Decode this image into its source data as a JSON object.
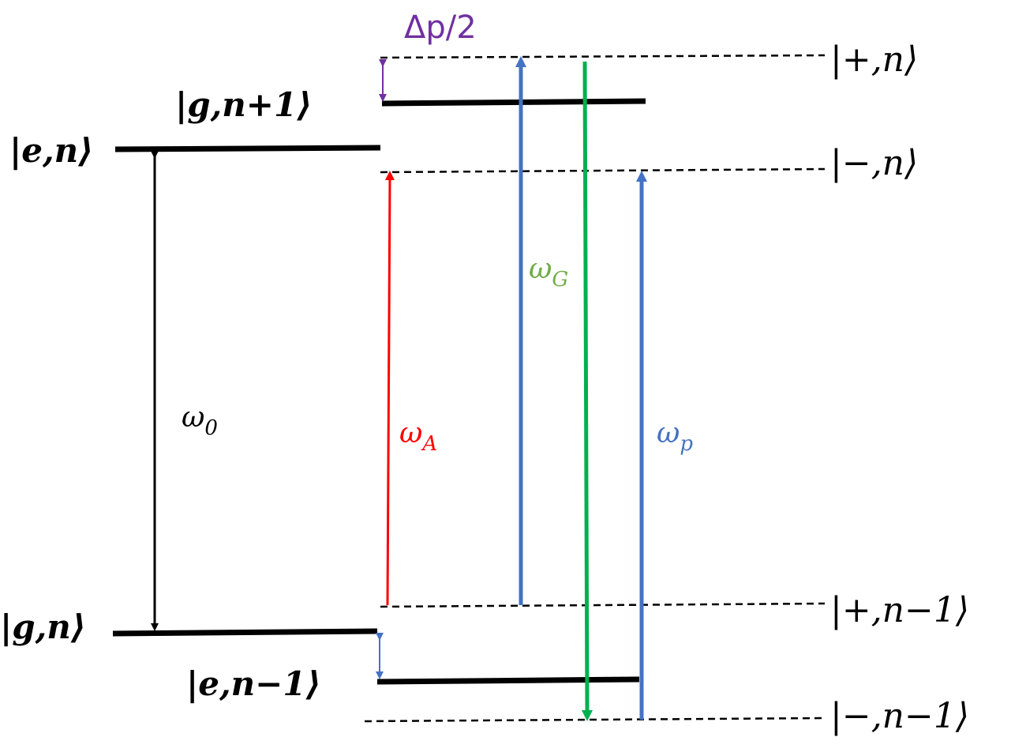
{
  "bare_states": {
    "e_n": "|e,n⟩",
    "g_n1": "|g,n+1⟩",
    "g_n": "|g,n⟩",
    "e_n_minus_1": "|e,n−1⟩"
  },
  "dressed_states": {
    "plus_n": "|+,n⟩",
    "minus_n": "|−,n⟩",
    "plus_n_minus_1": "|+,n−1⟩",
    "minus_n_minus_1": "|−,n−1⟩"
  },
  "transitions": {
    "omega_0": {
      "symbol": "ω",
      "sub": "0",
      "color": "#000000"
    },
    "omega_A": {
      "symbol": "ω",
      "sub": "A",
      "color": "#ff0000"
    },
    "omega_G": {
      "symbol": "ω",
      "sub": "G",
      "color": "#70ad47"
    },
    "omega_p": {
      "symbol": "ω",
      "sub": "p",
      "color": "#4472c4"
    }
  },
  "delta_label": {
    "text": "Δp/2",
    "color": "#7030a0"
  },
  "colors": {
    "level": "#000000",
    "dashed": "#000000",
    "blue": "#4472c4",
    "green": "#00b050",
    "red": "#ff0000",
    "purple": "#7030a0"
  }
}
